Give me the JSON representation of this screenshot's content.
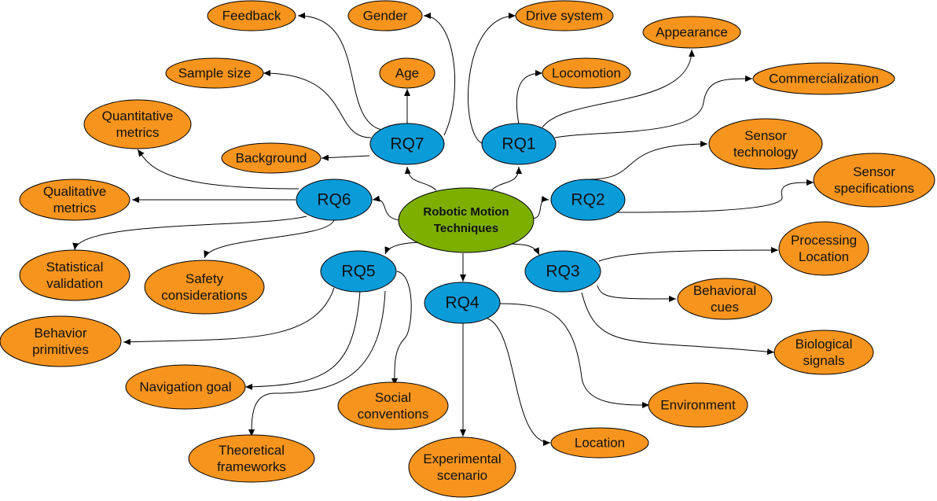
{
  "colors": {
    "center_fill": "#7CAF00",
    "rq_fill": "#0A9BD9",
    "leaf_fill": "#F7941D",
    "stroke": "#000000"
  },
  "center": {
    "lines": [
      "Robotic Motion",
      "Techniques"
    ]
  },
  "rq": {
    "rq1": "RQ1",
    "rq2": "RQ2",
    "rq3": "RQ3",
    "rq4": "RQ4",
    "rq5": "RQ5",
    "rq6": "RQ6",
    "rq7": "RQ7"
  },
  "leaves": {
    "feedback": [
      "Feedback"
    ],
    "gender": [
      "Gender"
    ],
    "drive_system": [
      "Drive system"
    ],
    "appearance": [
      "Appearance"
    ],
    "age": [
      "Age"
    ],
    "locomotion": [
      "Locomotion"
    ],
    "commercialization": [
      "Commercialization"
    ],
    "sample_size": [
      "Sample size"
    ],
    "quantitative_metrics": [
      "Quantitative",
      "metrics"
    ],
    "background": [
      "Background"
    ],
    "sensor_technology": [
      "Sensor",
      "technology"
    ],
    "sensor_specifications": [
      "Sensor",
      "specifications"
    ],
    "qualitative_metrics": [
      "Qualitative",
      "metrics"
    ],
    "processing_location": [
      "Processing",
      "Location"
    ],
    "statistical_validation": [
      "Statistical",
      "validation"
    ],
    "safety_considerations": [
      "Safety",
      "considerations"
    ],
    "behavioral_cues": [
      "Behavioral",
      "cues"
    ],
    "behavior_primitives": [
      "Behavior",
      "primitives"
    ],
    "biological_signals": [
      "Biological",
      "signals"
    ],
    "navigation_goal": [
      "Navigation goal"
    ],
    "social_conventions": [
      "Social",
      "conventions"
    ],
    "environment": [
      "Environment"
    ],
    "theoretical_frameworks": [
      "Theoretical",
      "frameworks"
    ],
    "experimental_scenario": [
      "Experimental",
      "scenario"
    ],
    "location": [
      "Location"
    ]
  }
}
